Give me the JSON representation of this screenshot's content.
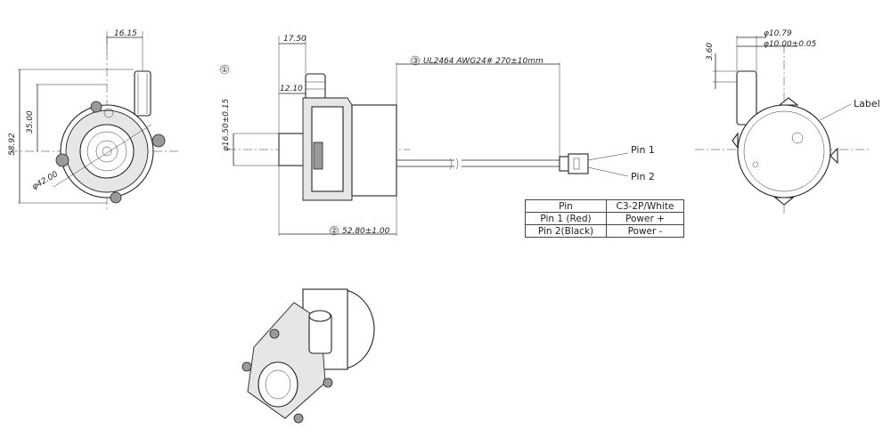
{
  "front_view": {
    "dim_top": "16.15",
    "dim_height_total": "58.92",
    "dim_height_center": "35.00",
    "dim_diameter": "φ42.00"
  },
  "side_view": {
    "dim_inlet_len": "17.50",
    "dim_inlet_offset": "12.10",
    "dim_inlet_dia": "φ16.50±0.15",
    "note1_marker": "①",
    "note2_marker": "②",
    "note3_marker": "③",
    "cable_spec": "UL2464  AWG24#  270±10mm",
    "dim_length": "52.80±1.00",
    "pin1_label": "Pin 1",
    "pin2_label": "Pin 2"
  },
  "rear_view": {
    "dim_outer_dia": "φ10.79",
    "dim_inner_dia": "φ10.00±0.05",
    "dim_spigot": "3.60",
    "label_callout": "Label"
  },
  "pin_table": {
    "header": [
      "Pin",
      "C3-2P/White"
    ],
    "rows": [
      [
        "Pin 1 (Red)",
        "Power +"
      ],
      [
        "Pin 2(Black)",
        "Power -"
      ]
    ]
  }
}
